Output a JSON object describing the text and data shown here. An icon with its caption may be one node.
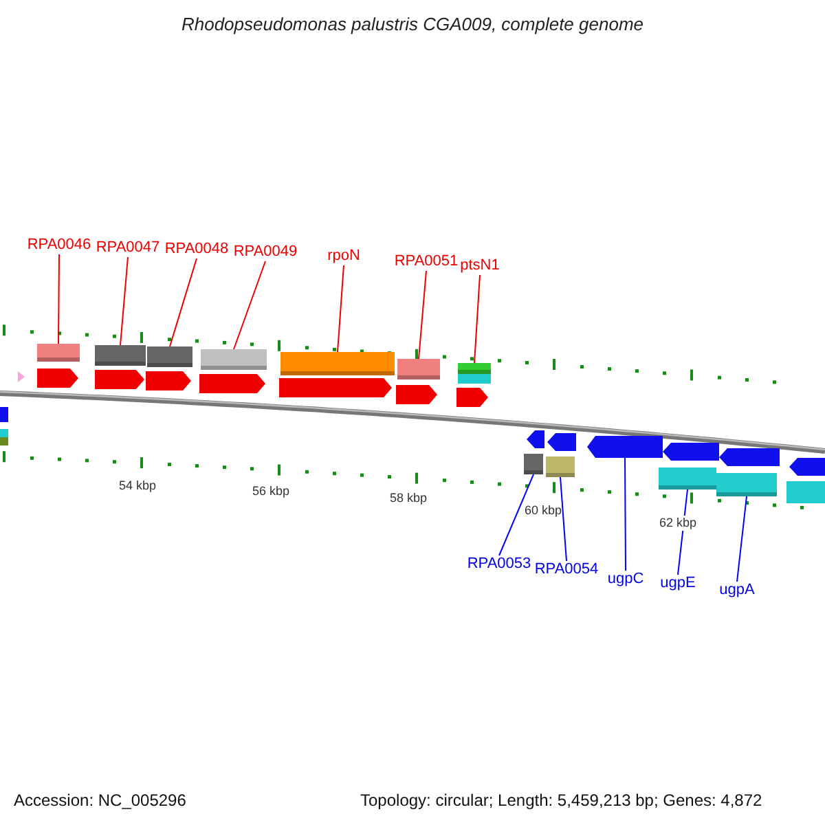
{
  "diagram": {
    "title": "Rhodopseudomonas palustris CGA009, complete genome",
    "nodes": [
      {
        "text": [
          "RPA0046"
        ]
      },
      {
        "text": [],
        "shape": "bar"
      },
      {
        "text": [
          "RPA0047"
        ]
      },
      {
        "text": [],
        "shape": "bar"
      },
      {
        "text": [
          "RPA0048"
        ]
      },
      {
        "text": [],
        "shape": "bar"
      },
      {
        "text": [
          "RPA0049"
        ]
      },
      {
        "text": [],
        "shape": "bar"
      },
      {
        "text": [
          "rpoN"
        ]
      },
      {
        "text": [],
        "shape": "bar"
      },
      {
        "text": [
          "RPA0051"
        ]
      },
      {
        "text": [],
        "shape": "bar"
      },
      {
        "text": [
          "ptsN1"
        ]
      },
      {
        "text": [],
        "shape": "bar"
      },
      {
        "text": [
          "RPA0053"
        ]
      },
      {
        "text": [],
        "shape": "bar"
      },
      {
        "text": [
          "RPA0054"
        ]
      },
      {
        "text": [],
        "shape": "bar"
      },
      {
        "text": [
          "ugpC"
        ]
      },
      {
        "text": [],
        "shape": "arrow"
      },
      {
        "text": [
          "ugpE"
        ]
      },
      {
        "text": [],
        "shape": "bar"
      },
      {
        "text": [
          "ugpA"
        ]
      },
      {
        "text": [],
        "shape": "bar"
      }
    ],
    "edges": [
      {
        "from": 0,
        "to": 1,
        "arrow": "none"
      },
      {
        "from": 2,
        "to": 3,
        "arrow": "none"
      },
      {
        "from": 4,
        "to": 5,
        "arrow": "none"
      },
      {
        "from": 6,
        "to": 7,
        "arrow": "none"
      },
      {
        "from": 8,
        "to": 9,
        "arrow": "none"
      },
      {
        "from": 10,
        "to": 11,
        "arrow": "none"
      },
      {
        "from": 12,
        "to": 13,
        "arrow": "none"
      },
      {
        "from": 14,
        "to": 15,
        "arrow": "none",
        "color": "#0000ff"
      },
      {
        "from": 16,
        "to": 17,
        "arrow": "none",
        "color": "#0000ff"
      },
      {
        "from": 18,
        "to": 19,
        "arrow": "none",
        "color": "#0000ff"
      },
      {
        "from": 20,
        "to": 21,
        "arrow": "none",
        "color": "#0000ff"
      },
      {
        "from": 22,
        "to": 23,
        "arrow": "none",
        "color": "#0000ff"
      }
    ],
    "labels": [
      "54 kbp",
      "56 kbp",
      "58 kbp",
      "60 kbp",
      "62 kbp",
      "Accession: NC_005296",
      "Topology: circular; Length: 5,459,213 bp; Genes: 4,872"
    ]
  }
}
